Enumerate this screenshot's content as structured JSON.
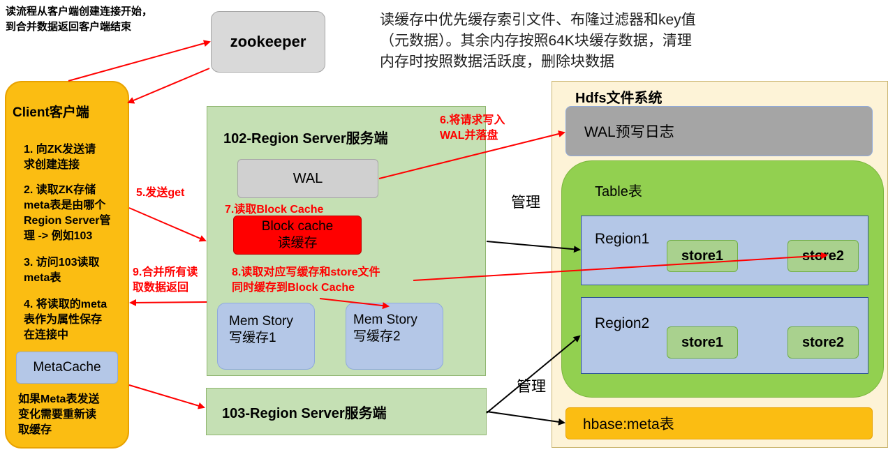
{
  "top_note": "读流程从客户端创建连接开始，\n到合并数据返回客户端结束",
  "zookeeper": "zookeeper",
  "cache_note": "读缓存中优先缓存索引文件、布隆过滤器和key值\n（元数据）。其余内存按照64K块缓存数据，清理\n内存时按照数据活跃度，删除块数据",
  "client": {
    "title": "Client客户端",
    "steps": [
      "1. 向ZK发送请\n求创建连接",
      "2. 读取ZK存储\nmeta表是由哪个\nRegion Server管\n理 -> 例如103",
      "3. 访问103读取\nmeta表",
      "4. 将读取的meta\n表作为属性保存\n在连接中"
    ],
    "metacache": "MetaCache",
    "bottom_note": "如果Meta表发送\n变化需要重新读\n取缓存"
  },
  "rs102": {
    "title": "102-Region Server服务端",
    "wal": "WAL",
    "block_cache": "Block cache\n读缓存",
    "mem1": "Mem Story\n写缓存1",
    "mem2": "Mem Story\n写缓存2"
  },
  "rs103": {
    "title": "103-Region Server服务端"
  },
  "hdfs": {
    "title": "Hdfs文件系统",
    "wal_log": "WAL预写日志",
    "table": "Table表",
    "region1": "Region1",
    "region2": "Region2",
    "store1": "store1",
    "store2": "store2",
    "meta": "hbase:meta表"
  },
  "labels": {
    "send_get": "5.发送get",
    "write_wal": "6.将请求写入\nWAL并落盘",
    "read_block_cache": "7.读取Block Cache",
    "read_store": "8.读取对应写缓存和store文件\n同时缓存到Block Cache",
    "merge_return": "9.合并所有读\n取数据返回",
    "manage1": "管理",
    "manage2": "管理"
  },
  "colors": {
    "client_fill": "#fbbd12",
    "rs_fill": "#c5e0b4",
    "hdfs_fill": "#fdf3d7",
    "table_fill": "#92d050",
    "region_fill": "#b4c7e7",
    "store_fill": "#a9d18e",
    "wal_log_fill": "#a5a5a5",
    "block_cache_fill": "#ff0000",
    "arrow_red": "#ff0000"
  }
}
